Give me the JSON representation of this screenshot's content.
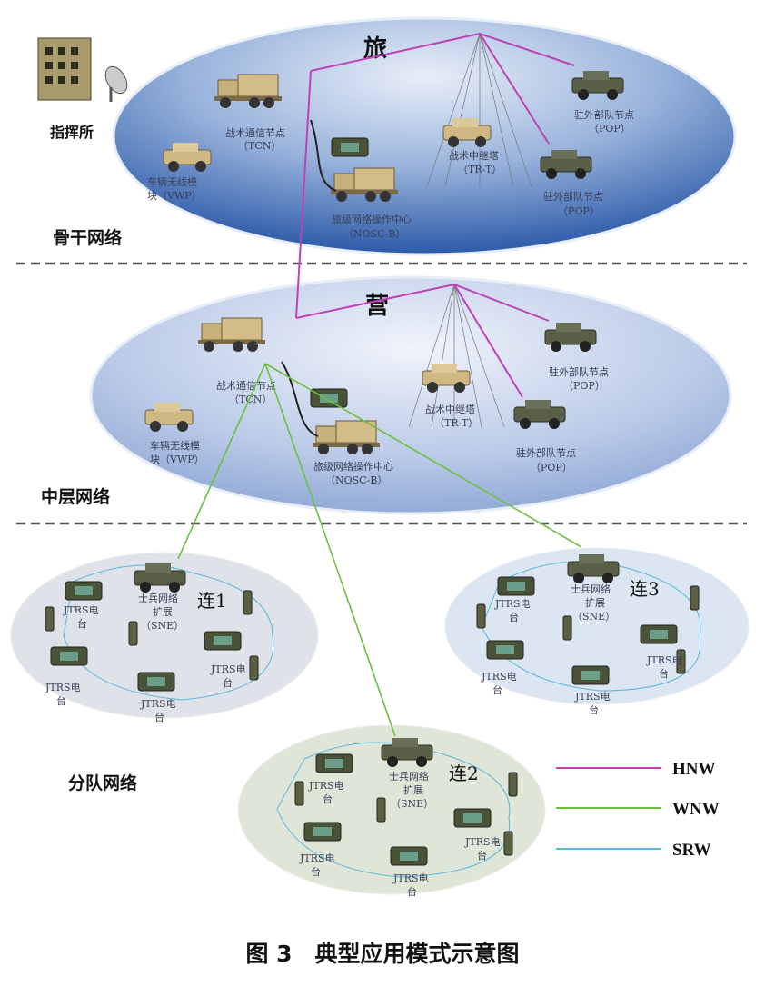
{
  "colors": {
    "hnw": "#c040b8",
    "wnw": "#6cc040",
    "srw": "#5ab8d8"
  },
  "command_post": "指挥所",
  "layers": {
    "backbone": "骨干网络",
    "middle": "中层网络",
    "squad": "分队网络"
  },
  "brigade": {
    "title": "旅",
    "tcn": [
      "战术通信节点",
      "（TCN）"
    ],
    "vwp": [
      "车辆无线模",
      "块（VWP）"
    ],
    "nosc": [
      "旅级网络操作中心",
      "（NOSC-B）"
    ],
    "trt": [
      "战术中继塔",
      "（TR-T）"
    ],
    "pop1": [
      "驻外部队节点",
      "（POP）"
    ],
    "pop2": [
      "驻外部队节点",
      "（POP）"
    ]
  },
  "battalion": {
    "title": "营",
    "tcn": [
      "战术通信节点",
      "（TCN）"
    ],
    "vwp": [
      "车辆无线模",
      "块（VWP）"
    ],
    "nosc": [
      "旅级网络操作中心",
      "（NOSC-B）"
    ],
    "trt": [
      "战术中继塔",
      "（TR-T）"
    ],
    "pop1": [
      "驻外部队节点",
      "（POP）"
    ],
    "pop2": [
      "驻外部队节点",
      "（POP）"
    ]
  },
  "companies": [
    {
      "name": "连1",
      "sne": [
        "士兵网络",
        "扩展",
        "（SNE）"
      ],
      "radio": [
        "JTRS电",
        "台"
      ]
    },
    {
      "name": "连2",
      "sne": [
        "士兵网络",
        "扩展",
        "（SNE）"
      ],
      "radio": [
        "JTRS电",
        "台"
      ]
    },
    {
      "name": "连3",
      "sne": [
        "士兵网络",
        "扩展",
        "（SNE）"
      ],
      "radio": [
        "JTRS电",
        "台"
      ]
    }
  ],
  "legend": [
    {
      "label": "HNW"
    },
    {
      "label": "WNW"
    },
    {
      "label": "SRW"
    }
  ],
  "caption": "图 3　典型应用模式示意图"
}
